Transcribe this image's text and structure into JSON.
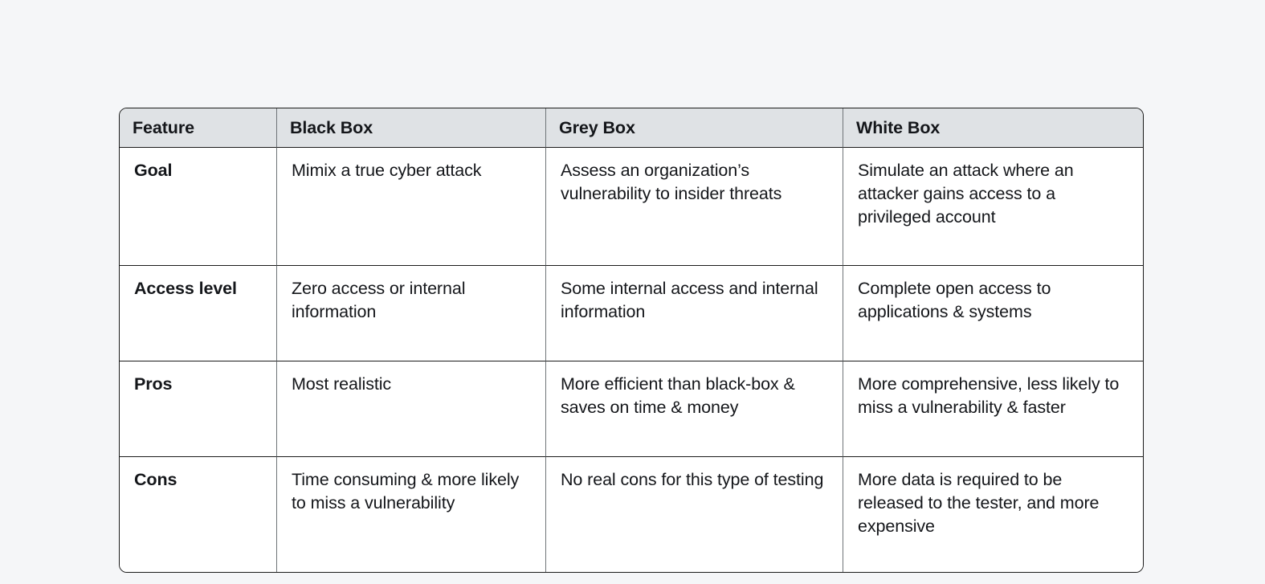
{
  "table": {
    "name": "penetration-testing-comparison",
    "columns": [
      "Feature",
      "Black Box",
      "Grey Box",
      "White Box"
    ],
    "header_background": "#dfe2e5",
    "border_color": "#1b1b1b",
    "page_background": "#f5f6f8",
    "rows": [
      {
        "feature": "Goal",
        "black_box": "Mimix a true cyber attack",
        "grey_box": "Assess an organization’s vulnerability to insider threats",
        "white_box": "Simulate an attack where an attacker gains access to a privileged account"
      },
      {
        "feature": "Access level",
        "black_box": "Zero access or internal information",
        "grey_box": "Some internal access and internal information",
        "white_box": "Complete open access to applications & systems"
      },
      {
        "feature": "Pros",
        "black_box": "Most realistic",
        "grey_box": "More efficient than black-box & saves on time & money",
        "white_box": "More comprehensive, less likely to miss a vulnerability & faster"
      },
      {
        "feature": "Cons",
        "black_box": "Time consuming & more likely to miss a vulnerability",
        "grey_box": "No real cons for this type of testing",
        "white_box": "More data is required to be released to the tester, and more expensive"
      }
    ]
  }
}
